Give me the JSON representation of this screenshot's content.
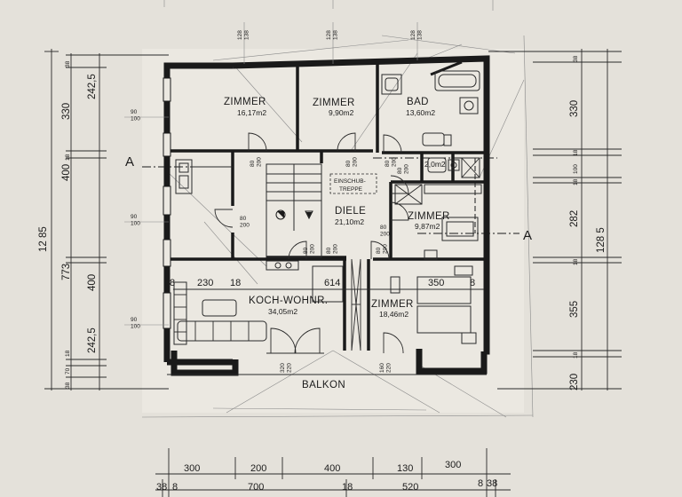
{
  "rooms": {
    "zimmer_nw": {
      "label": "ZIMMER",
      "area": "16,17m2"
    },
    "zimmer_n": {
      "label": "ZIMMER",
      "area": "9,90m2"
    },
    "bad": {
      "label": "BAD",
      "area": "13,60m2"
    },
    "wc": {
      "area": "2,0m2"
    },
    "diele": {
      "label": "DIELE",
      "area": "21,10m2"
    },
    "zimmer_e": {
      "label": "ZIMMER",
      "area": "9,87m2"
    },
    "koch": {
      "label": "KOCH-WOHNR.",
      "area": "34,05m2"
    },
    "zimmer_se": {
      "label": "ZIMMER",
      "area": "18,46m2"
    },
    "balkon": {
      "label": "BALKON"
    }
  },
  "annotations": {
    "stair": "EINSCHUB-\nTREPPE",
    "section_left": "A",
    "section_right": "A"
  },
  "top_dims": [
    "128\n138",
    "128\n138",
    "128\n138"
  ],
  "left_dims": [
    "38",
    "242,5",
    "330",
    "18",
    "400",
    "12 85",
    "773",
    "400",
    "242,5",
    "18",
    "70",
    "38"
  ],
  "right_dims": [
    "38",
    "330",
    "18",
    "100",
    "18",
    "282",
    "128 5",
    "18",
    "355",
    "18",
    "230"
  ],
  "bottom_row1": [
    "300",
    "200",
    "400",
    "130",
    "300"
  ],
  "bottom_row2": [
    "38",
    "8",
    "700",
    "18",
    "520",
    "8",
    "38"
  ],
  "window_dims": [
    "90\n100",
    "90\n100",
    "90\n100"
  ],
  "door_dims": [
    "80\n200",
    "80\n200",
    "80\n200",
    "80\n200",
    "80\n200",
    "80\n200",
    "80\n200",
    "80\n200",
    "80\n200",
    "320\n220",
    "160\n220"
  ],
  "inner_dims": [
    "8",
    "230",
    "18",
    "614",
    "350",
    "8"
  ]
}
